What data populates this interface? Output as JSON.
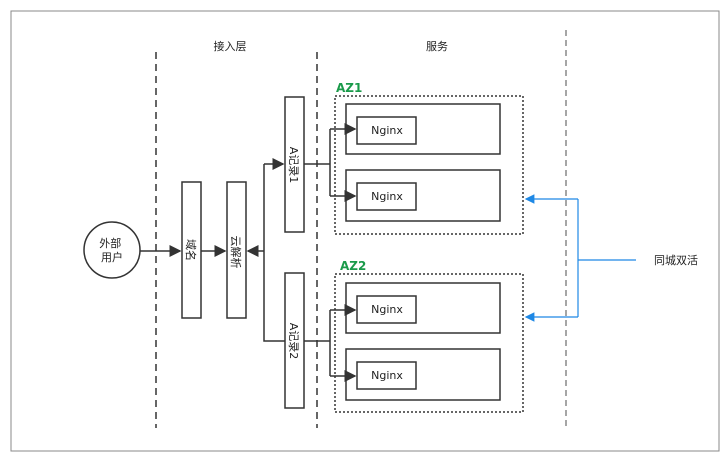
{
  "headers": {
    "access_layer": "接入层",
    "service": "服务"
  },
  "nodes": {
    "external_user": "外部\n用户",
    "domain": "域名",
    "dns": "云解析",
    "a_record_1": "A记录1",
    "a_record_2": "A记录2",
    "nginx": "Nginx"
  },
  "zones": {
    "az1": "AZ1",
    "az2": "AZ2"
  },
  "active_active": "同城双活",
  "colors": {
    "border": "#333333",
    "outer_frame": "#888888",
    "az_label": "#1a9a4a",
    "link_arrow": "#1e88e5"
  }
}
